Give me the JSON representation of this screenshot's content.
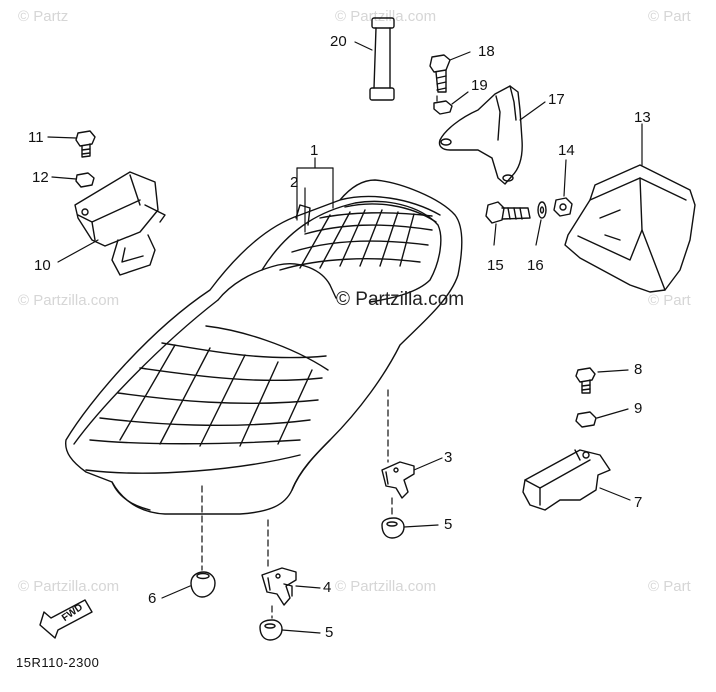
{
  "watermark": {
    "brand": "© Partzilla.com",
    "corner_fragment": "© Partz",
    "right_fragment": "© Part",
    "center": "© Partzilla.com"
  },
  "diagram_code": "15R110-2300",
  "fwd_label": "FWD",
  "callouts": {
    "c1": "1",
    "c2": "2",
    "c3": "3",
    "c4": "4",
    "c5a": "5",
    "c5b": "5",
    "c6": "6",
    "c7": "7",
    "c8": "8",
    "c9": "9",
    "c10": "10",
    "c11": "11",
    "c12": "12",
    "c13": "13",
    "c14": "14",
    "c15": "15",
    "c16": "16",
    "c17": "17",
    "c18": "18",
    "c19": "19",
    "c20": "20"
  }
}
